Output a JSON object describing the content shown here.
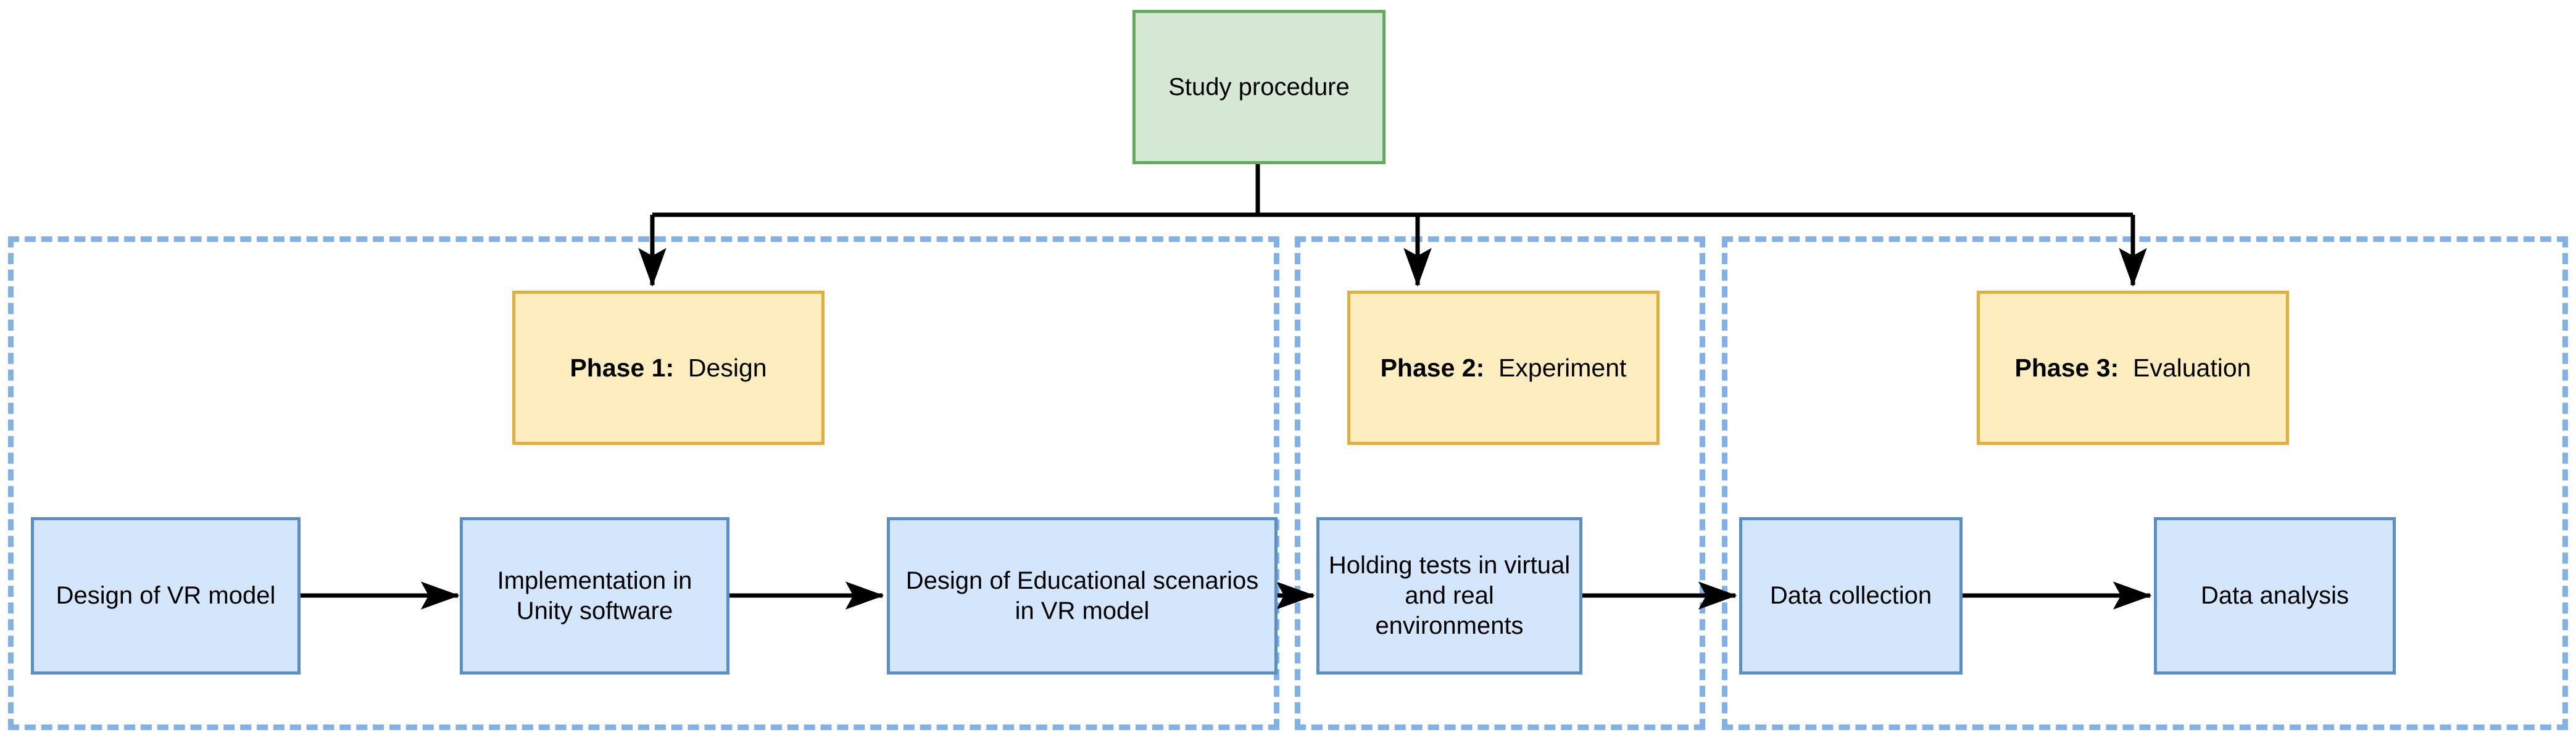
{
  "diagram": {
    "title": "Study procedure flowchart",
    "colors": {
      "root_fill": "#d5e8d4",
      "root_border": "#62ab5d",
      "phase_fill": "#fdedbf",
      "phase_border": "#e3ae3b",
      "step_fill": "#d4e6fc",
      "step_border": "#5b8fc4",
      "container_border": "#82b1e8",
      "connector": "#000000"
    },
    "root": {
      "label": "Study procedure"
    },
    "phases": [
      {
        "id": "phase-1",
        "number_label": "Phase 1:",
        "name_label": "Design",
        "steps": [
          {
            "id": "step-design-vr-model",
            "label": "Design of VR model"
          },
          {
            "id": "step-implementation-unity",
            "label": "Implementation in Unity software"
          },
          {
            "id": "step-design-educational-scenarios",
            "label": "Design of Educational scenarios in VR model"
          }
        ]
      },
      {
        "id": "phase-2",
        "number_label": "Phase 2:",
        "name_label": "Experiment",
        "steps": [
          {
            "id": "step-holding-tests",
            "label": "Holding tests in virtual and real environments"
          }
        ]
      },
      {
        "id": "phase-3",
        "number_label": "Phase 3:",
        "name_label": "Evaluation",
        "steps": [
          {
            "id": "step-data-collection",
            "label": "Data collection"
          },
          {
            "id": "step-data-analysis",
            "label": "Data analysis"
          }
        ]
      }
    ]
  }
}
